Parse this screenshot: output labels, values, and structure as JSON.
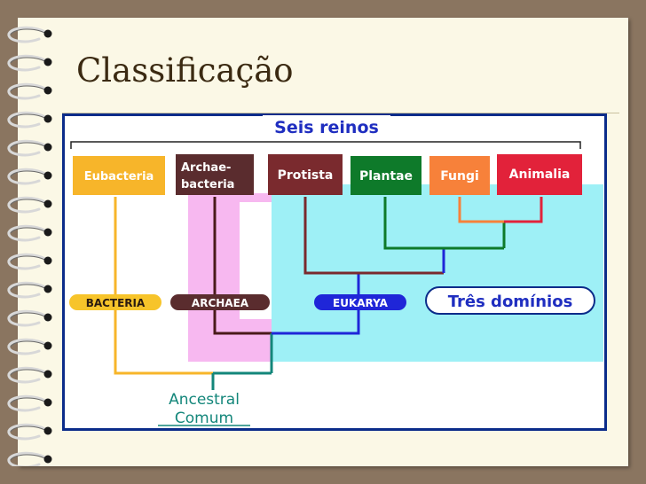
{
  "slide": {
    "title": "Classificação"
  },
  "diagram": {
    "top_label": "Seis reinos",
    "bottom_right_label": "Três domínios",
    "root_label_line1": "Ancestral",
    "root_label_line2": "Comum",
    "kingdoms": [
      {
        "id": "eubacteria",
        "label_line1": "Eubacteria",
        "label_line2": "",
        "color": "#f7b52a"
      },
      {
        "id": "archaebacteria",
        "label_line1": "Archae-",
        "label_line2": "bacteria",
        "color": "#5a2c2e"
      },
      {
        "id": "protista",
        "label_line1": "Protista",
        "label_line2": "",
        "color": "#7a2a2e"
      },
      {
        "id": "plantae",
        "label_line1": "Plantae",
        "label_line2": "",
        "color": "#0e7a2a"
      },
      {
        "id": "fungi",
        "label_line1": "Fungi",
        "label_line2": "",
        "color": "#f7813a"
      },
      {
        "id": "animalia",
        "label_line1": "Animalia",
        "label_line2": "",
        "color": "#e2223a"
      }
    ],
    "domains": [
      {
        "id": "bacteria",
        "label": "BACTERIA",
        "color": "#f7c42a"
      },
      {
        "id": "archaea",
        "label": "ARCHAEA",
        "color": "#5a2c2e"
      },
      {
        "id": "eukarya",
        "label": "EUKARYA",
        "color": "#1f26d8"
      }
    ],
    "colors": {
      "frame_border": "#0b2c8a",
      "eukarya_region": "#9ef0f6",
      "archaea_region": "#f7b8f0",
      "root_line": "#13867a",
      "label_blue": "#1f2ec0"
    }
  }
}
